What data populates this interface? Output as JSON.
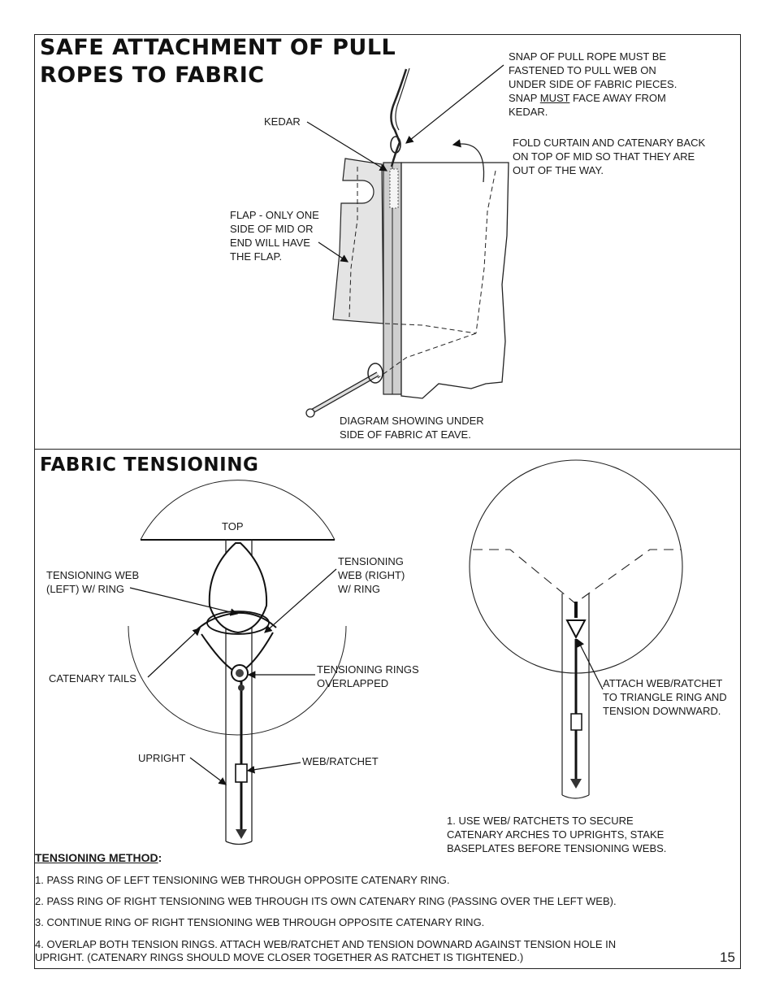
{
  "sections": {
    "attachment_title": "SAFE ATTACHMENT OF PULL ROPES TO FABRIC",
    "tensioning_title": "FABRIC TENSIONING"
  },
  "labels": {
    "snap_before": "SNAP OF PULL ROPE MUST BE\nFASTENED TO PULL WEB ON\nUNDER SIDE OF FABRIC PIECES.\nSNAP ",
    "snap_must": "MUST",
    "snap_after": " FACE AWAY FROM\nKEDAR.",
    "kedar": "KEDAR",
    "fold": "FOLD CURTAIN AND CATENARY BACK\nON TOP OF MID SO THAT THEY ARE\nOUT OF THE WAY.",
    "flap": "FLAP - ONLY ONE\nSIDE OF MID OR\nEND WILL HAVE\nTHE FLAP.",
    "diagram_caption": "DIAGRAM SHOWING UNDER\nSIDE OF FABRIC AT EAVE.",
    "top": "TOP",
    "web_left": "TENSIONING WEB\n(LEFT) W/ RING",
    "web_right": "TENSIONING\nWEB (RIGHT)\nW/ RING",
    "catenary_tails": "CATENARY TAILS",
    "rings_overlapped": "TENSIONING RINGS\nOVERLAPPED",
    "upright": "UPRIGHT",
    "web_ratchet": "WEB/RATCHET",
    "attach": "ATTACH WEB/RATCHET\nTO TRIANGLE RING AND\nTENSION DOWNWARD.",
    "note1": "1.  USE WEB/ RATCHETS TO SECURE\nCATENARY ARCHES TO UPRIGHTS, STAKE\nBASEPLATES BEFORE TENSIONING WEBS."
  },
  "method": {
    "heading": "TENSIONING METHOD",
    "colon": ":",
    "steps": [
      "1.  PASS RING OF LEFT TENSIONING WEB THROUGH OPPOSITE CATENARY RING.",
      "2.  PASS RING OF RIGHT TENSIONING WEB THROUGH ITS OWN CATENARY RING (PASSING OVER THE LEFT WEB).",
      "3.  CONTINUE RING OF RIGHT TENSIONING WEB THROUGH OPPOSITE CATENARY RING.",
      "4.  OVERLAP BOTH TENSION RINGS.   ATTACH WEB/RATCHET AND TENSION DOWNARD AGAINST TENSION HOLE IN\nUPRIGHT.   (CATENARY RINGS SHOULD MOVE CLOSER TOGETHER AS RATCHET IS TIGHTENED.)"
    ]
  },
  "page_number": "15"
}
